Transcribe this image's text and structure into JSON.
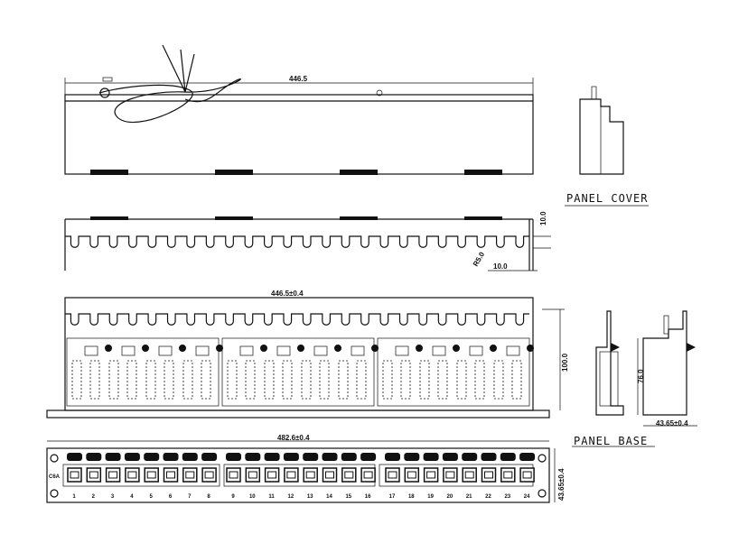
{
  "cover": {
    "width_dim": "446.5",
    "label": "PANEL COVER",
    "groove_depth_dim": "10.0",
    "radius_dim": "R5.0",
    "groove_pitch_dim": "10.0"
  },
  "base": {
    "width_dim": "446.5±0.4",
    "height_dim": "100.0",
    "side_height_dim": "76.0",
    "side_depth_dim": "43.65±0.4",
    "label": "PANEL BASE"
  },
  "front": {
    "width_dim": "482.6±0.4",
    "height_dim": "43.65±0.4",
    "category": "C6A",
    "ports": [
      "1",
      "2",
      "3",
      "4",
      "5",
      "6",
      "7",
      "8",
      "9",
      "10",
      "11",
      "12",
      "13",
      "14",
      "15",
      "16",
      "17",
      "18",
      "19",
      "20",
      "21",
      "22",
      "23",
      "24"
    ]
  }
}
